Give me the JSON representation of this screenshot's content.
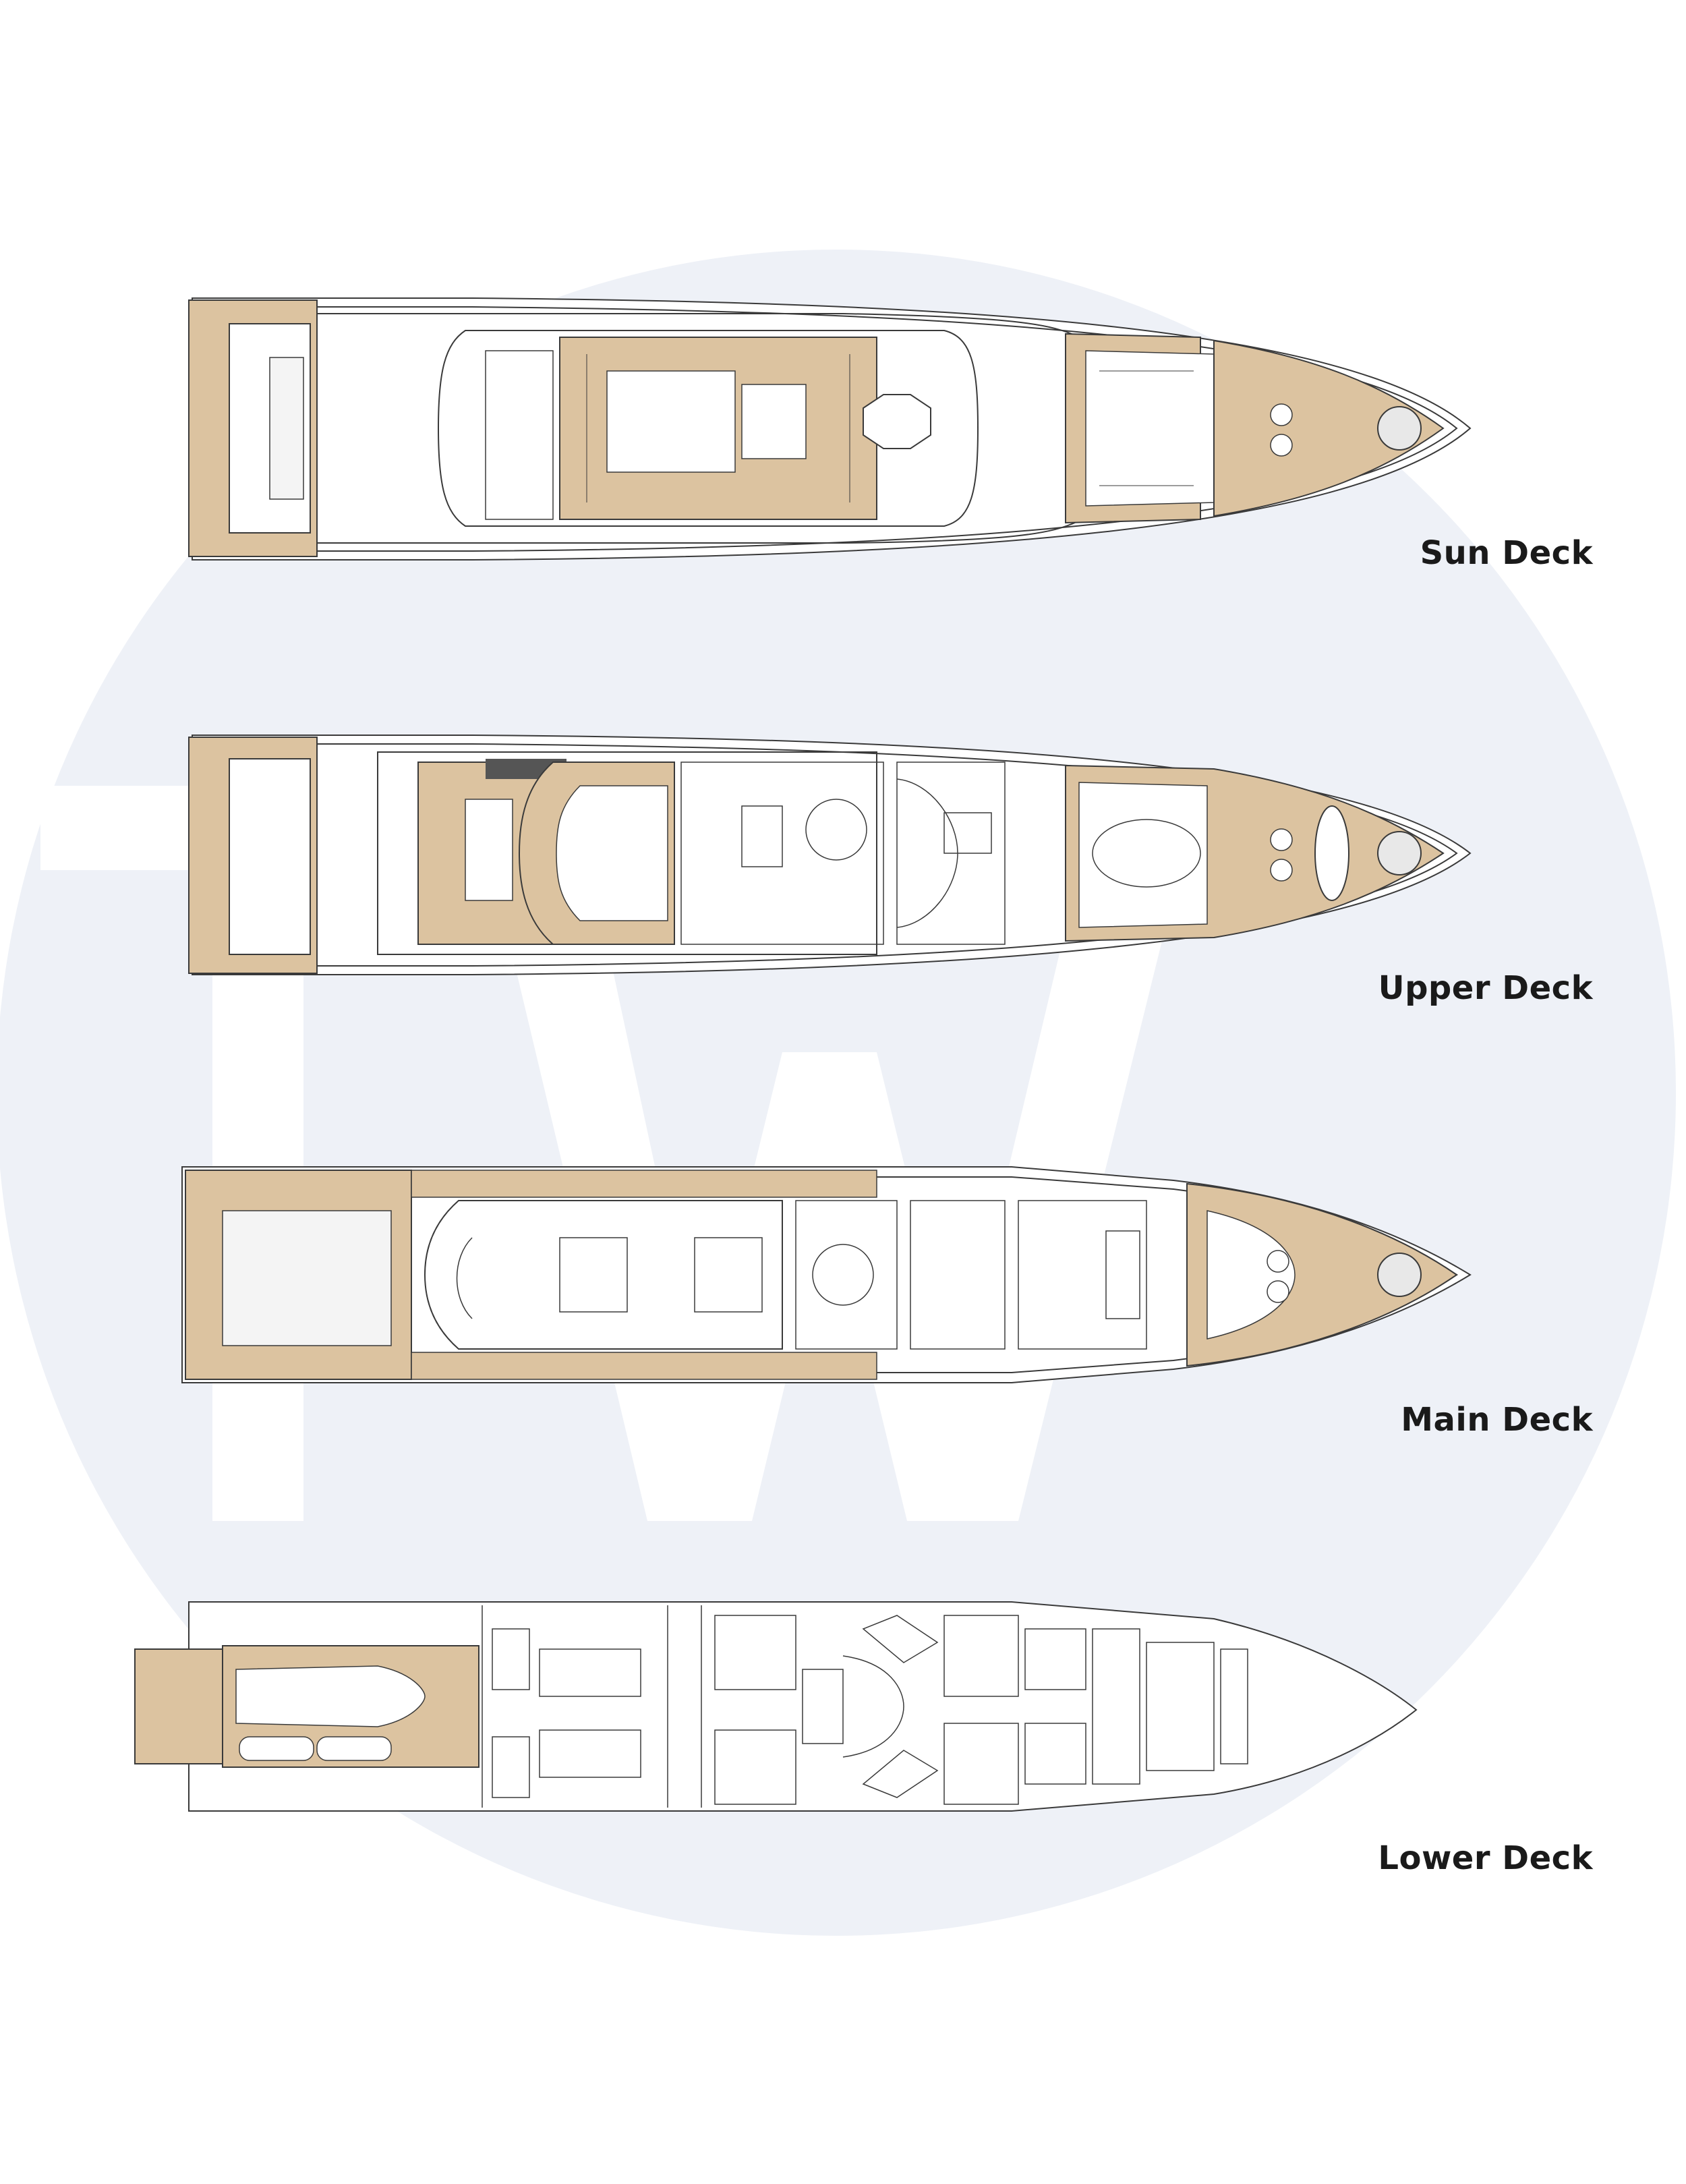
{
  "decks": [
    {
      "label": "Sun Deck"
    },
    {
      "label": "Upper Deck"
    },
    {
      "label": "Main Deck"
    },
    {
      "label": "Lower Deck"
    }
  ],
  "colors": {
    "teak": "#dcc3a0",
    "line": "#3a3a3a",
    "watermark_circle": "#eef1f7",
    "watermark_letters": "#ffffff",
    "label": "#1a1a1a"
  },
  "icons": [
    "tw-watermark-logo"
  ]
}
